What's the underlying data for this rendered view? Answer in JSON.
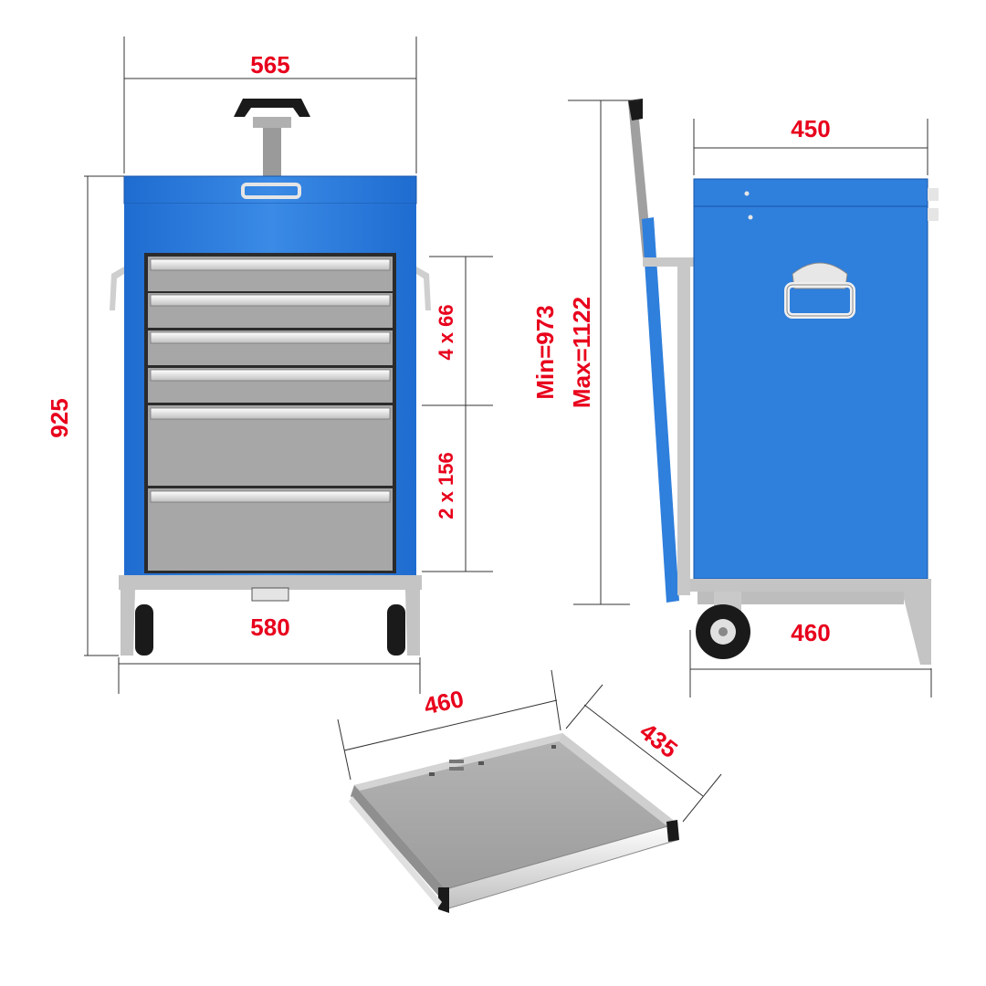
{
  "dimensions": {
    "front_width_top": "565",
    "front_width_bottom": "580",
    "front_height": "925",
    "small_drawers": "4 x 66",
    "large_drawers": "2 x 156",
    "side_depth_top": "450",
    "side_depth_bottom": "460",
    "handle_min": "Min=973",
    "handle_max": "Max=1122",
    "drawer_width": "460",
    "drawer_depth": "435"
  },
  "colors": {
    "accent_text": "#e8001c",
    "cabinet_blue": "#2f7fdc",
    "steel_grey": "#bdbdbd",
    "dimension_line": "#333333"
  }
}
